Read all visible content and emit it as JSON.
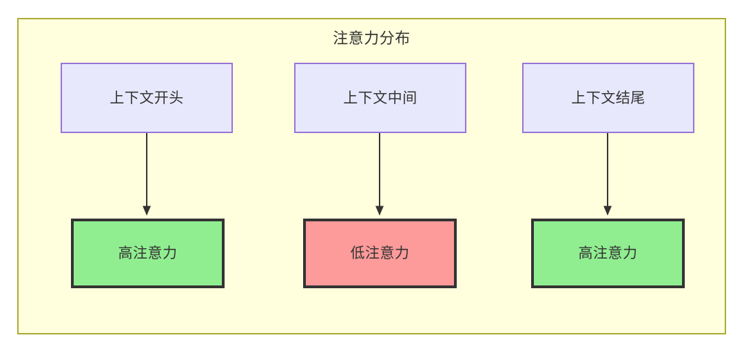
{
  "diagram": {
    "title": "注意力分布",
    "container": {
      "fill": "#ffffdd",
      "stroke": "#aaaa33"
    },
    "columns": [
      {
        "id": "begin",
        "source": {
          "label": "上下文开头",
          "fill": "#e8e8fd",
          "stroke": "#9673d8"
        },
        "target": {
          "label": "高注意力",
          "fill": "#90ee90",
          "stroke": "#333333"
        }
      },
      {
        "id": "middle",
        "source": {
          "label": "上下文中间",
          "fill": "#e8e8fd",
          "stroke": "#9673d8"
        },
        "target": {
          "label": "低注意力",
          "fill": "#fd9a9a",
          "stroke": "#333333"
        }
      },
      {
        "id": "end",
        "source": {
          "label": "上下文结尾",
          "fill": "#e8e8fd",
          "stroke": "#9673d8"
        },
        "target": {
          "label": "高注意力",
          "fill": "#90ee90",
          "stroke": "#333333"
        }
      }
    ],
    "edges": [
      {
        "from": "上下文开头",
        "to": "高注意力"
      },
      {
        "from": "上下文中间",
        "to": "低注意力"
      },
      {
        "from": "上下文结尾",
        "to": "高注意力"
      }
    ]
  }
}
